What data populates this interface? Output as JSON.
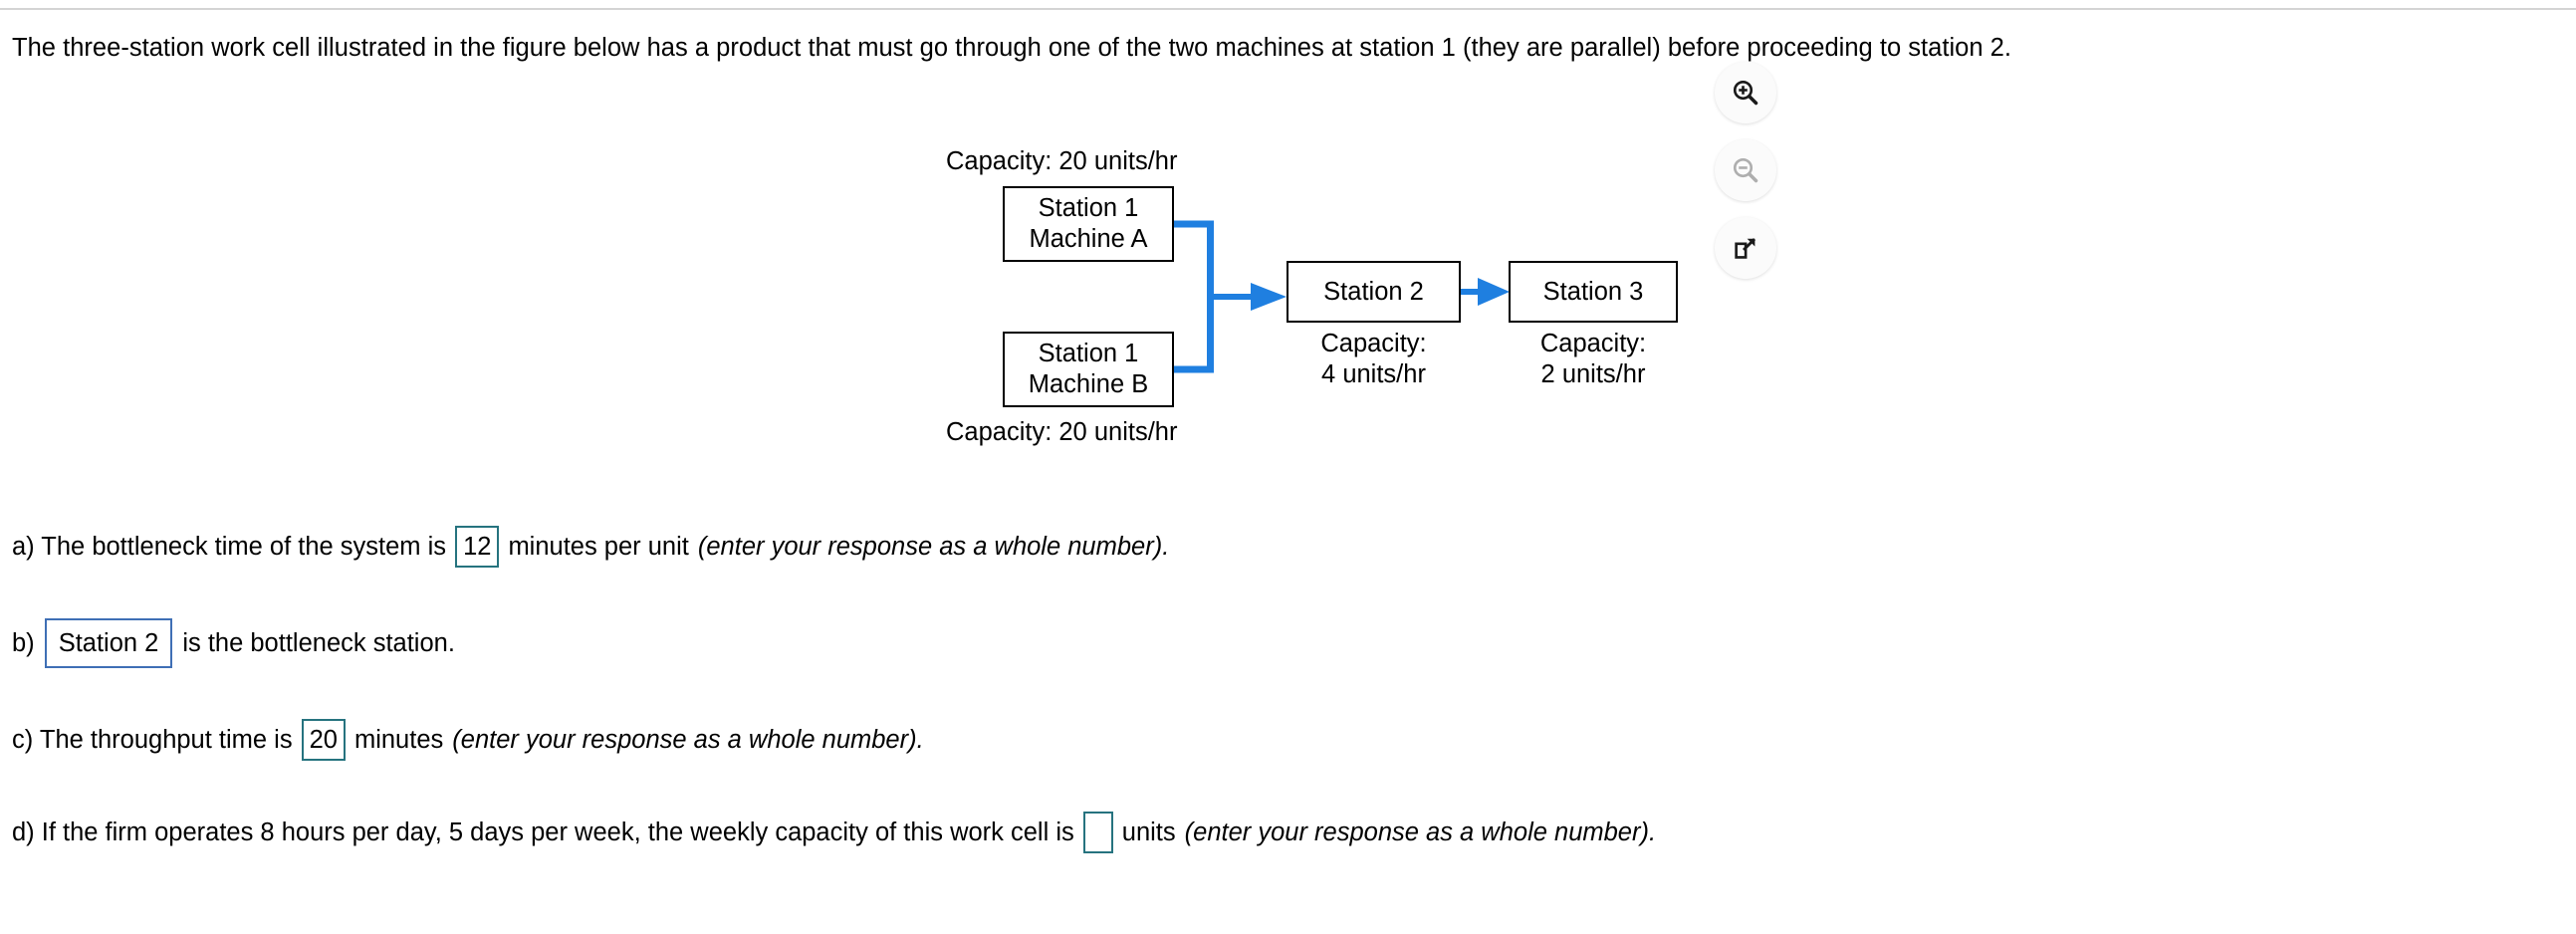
{
  "question": {
    "stem": "The three-station work cell illustrated in the figure below has a product that must go through one of the two machines at station 1 (they are parallel) before proceeding to station 2."
  },
  "figure_toolbar": {
    "zoom_in": "zoom-in",
    "zoom_out": "zoom-out",
    "open_new": "open-in-new-window"
  },
  "diagram": {
    "accent_color": "#1f7fe0",
    "box_border_color": "#000000",
    "boxes": [
      {
        "id": "a",
        "line1": "Station 1",
        "line2": "Machine A"
      },
      {
        "id": "b",
        "line1": "Station 1",
        "line2": "Machine B"
      },
      {
        "id": "s2",
        "line1": "Station 2",
        "line2": ""
      },
      {
        "id": "s3",
        "line1": "Station 3",
        "line2": ""
      }
    ],
    "capacity_a": "Capacity: 20 units/hr",
    "capacity_b": "Capacity: 20 units/hr",
    "capacity_s2_line1": "Capacity:",
    "capacity_s2_line2": "4 units/hr",
    "capacity_s3_line1": "Capacity:",
    "capacity_s3_line2": "2 units/hr"
  },
  "answers": {
    "a": {
      "prefix": "a) The bottleneck time of the system is",
      "value": "12",
      "middle": "minutes per unit",
      "hint": "(enter your response as a whole number)."
    },
    "b": {
      "prefix": "b)",
      "value": "Station 2",
      "suffix": "is the bottleneck station."
    },
    "c": {
      "prefix": "c) The throughput time is",
      "value": "20",
      "middle": "minutes",
      "hint": "(enter your response as a whole number)."
    },
    "d": {
      "prefix": "d) If the firm operates 8 hours per day, 5 days per week, the weekly capacity of this work cell is",
      "value": "",
      "middle": "units",
      "hint": "(enter your response as a whole number)."
    }
  }
}
